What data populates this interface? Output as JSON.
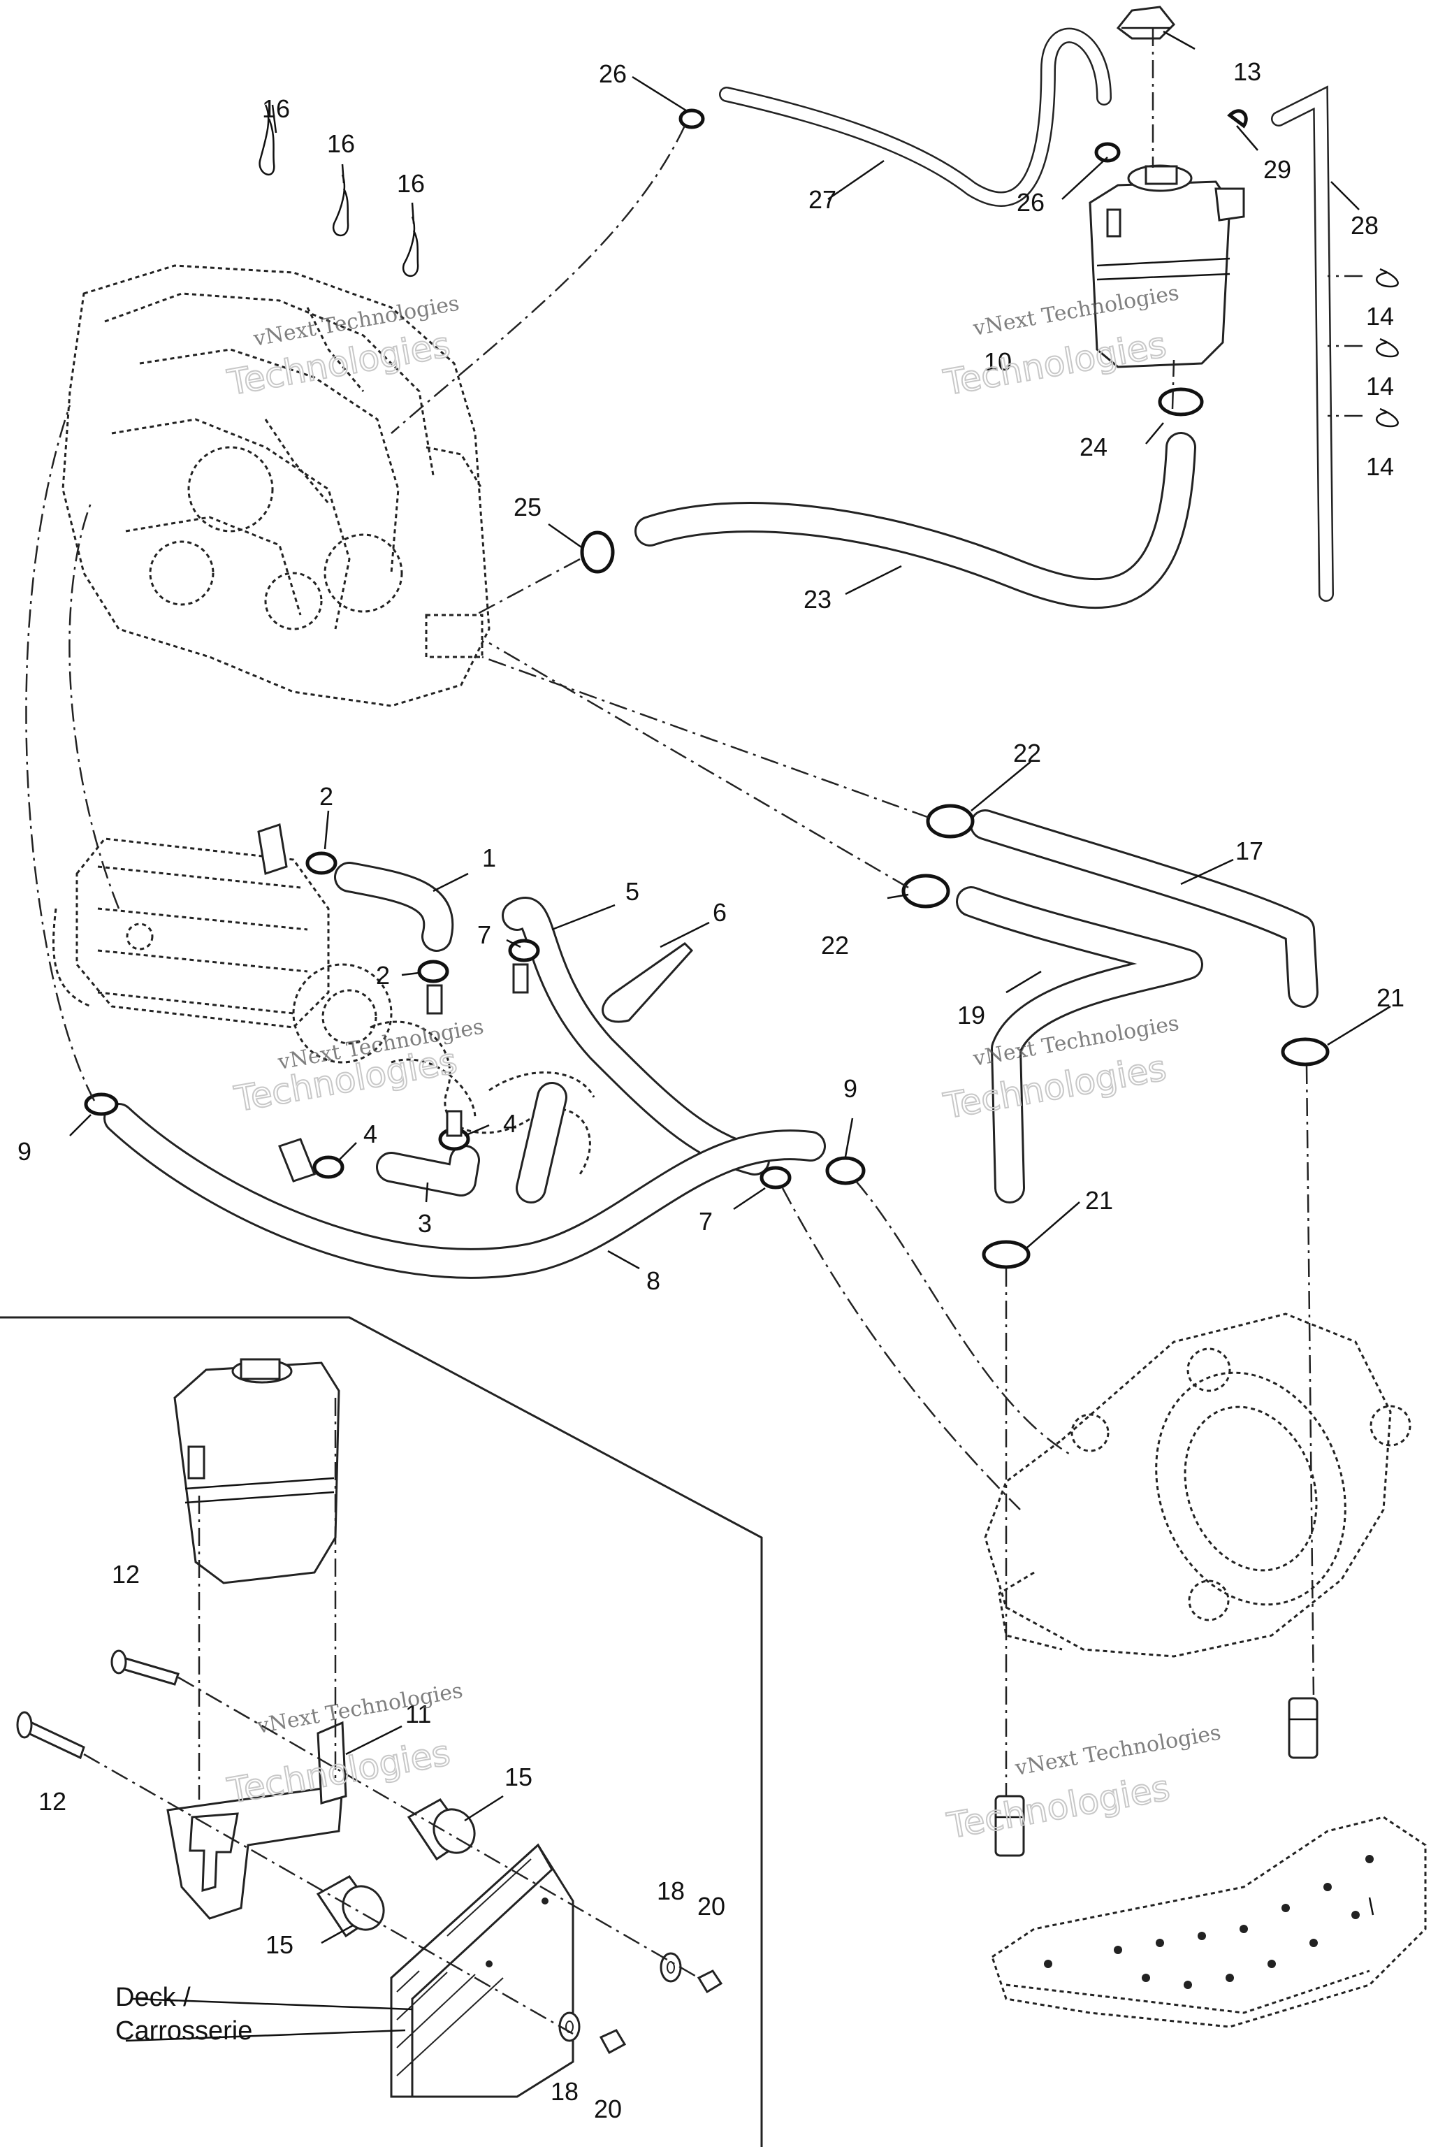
{
  "watermark": {
    "line1": "vNext Technologies",
    "line2": "Technologies"
  },
  "deck_label": {
    "line1": "Deck /",
    "line2": "Carrosserie"
  },
  "callouts": {
    "c1": "1",
    "c2a": "2",
    "c2b": "2",
    "c3": "3",
    "c4a": "4",
    "c4b": "4",
    "c5": "5",
    "c6": "6",
    "c7a": "7",
    "c7b": "7",
    "c8": "8",
    "c9a": "9",
    "c9b": "9",
    "c10": "10",
    "c11": "11",
    "c12a": "12",
    "c12b": "12",
    "c13": "13",
    "c14a": "14",
    "c14b": "14",
    "c14c": "14",
    "c15a": "15",
    "c15b": "15",
    "c16a": "16",
    "c16b": "16",
    "c16c": "16",
    "c17": "17",
    "c18a": "18",
    "c18b": "18",
    "c19": "19",
    "c20a": "20",
    "c20b": "20",
    "c21a": "21",
    "c21b": "21",
    "c22a": "22",
    "c22b": "22",
    "c23": "23",
    "c24": "24",
    "c25": "25",
    "c26a": "26",
    "c26b": "26",
    "c27": "27",
    "c28": "28",
    "c29": "29"
  }
}
